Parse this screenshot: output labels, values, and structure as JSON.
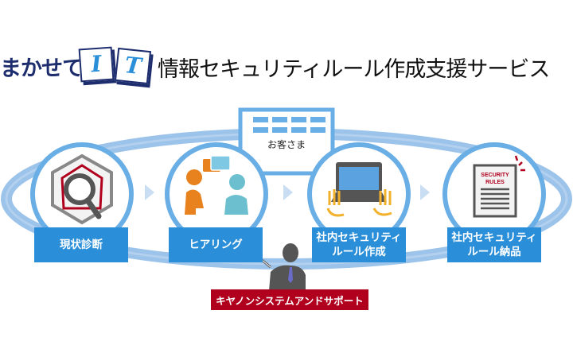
{
  "header": {
    "brand": "まかせて",
    "brand_cards": [
      "I",
      "T"
    ],
    "title": "情報セキュリティルール作成支援サービス"
  },
  "customer_label": "お客さま",
  "steps": [
    {
      "label": "現状診断",
      "icon": "magnifier-radar-icon"
    },
    {
      "label": "ヒアリング",
      "icon": "conversation-icon"
    },
    {
      "label": "社内セキュリティ\nルール作成",
      "icon": "laptop-typing-icon"
    },
    {
      "label": "社内セキュリティ\nルール納品",
      "icon": "document-icon"
    }
  ],
  "document_text": [
    "SECURITY",
    "RULES"
  ],
  "vendor_label": "キヤノンシステムアンドサポート",
  "colors": {
    "ring": "#9cc3ea",
    "circle": "#6aaee6",
    "label": "#2a8fd8",
    "vendor": "#b0001e",
    "navy": "#1d2d6e"
  }
}
